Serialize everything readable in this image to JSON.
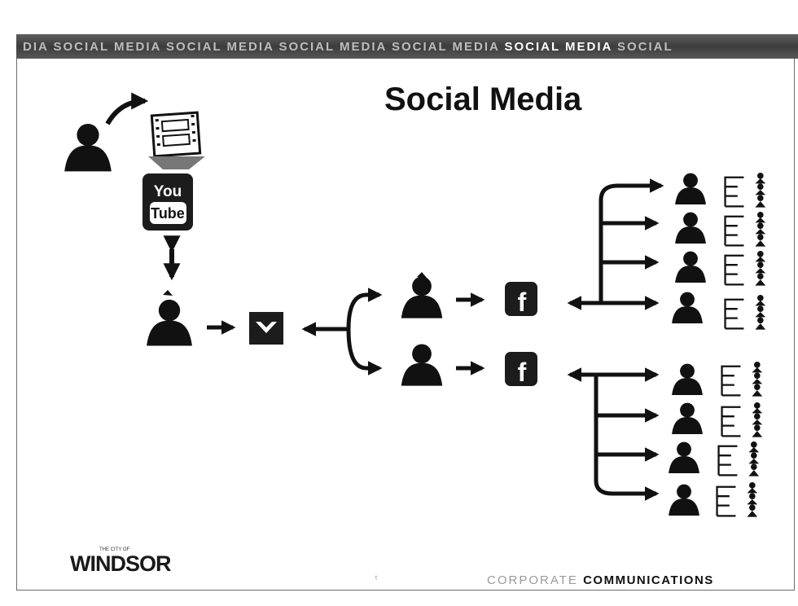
{
  "banner": {
    "text": "DIA SOCIAL MEDIA SOCIAL MEDIA SOCIAL MEDIA SOCIAL MEDIA ",
    "highlight": "SOCIAL MEDIA",
    "tail": " SOCIAL"
  },
  "slide": {
    "title": "Social Media"
  },
  "youtube": {
    "line1": "You",
    "line2": "Tube"
  },
  "facebook": {
    "glyph": "f"
  },
  "footer": {
    "logo_superscript": "THE CITY OF",
    "logo": "WINDSOR",
    "dept_light": "CORPORATE ",
    "dept_bold": "COMMUNICATIONS",
    "page_mark": "ᵗ"
  },
  "colors": {
    "ink": "#111111",
    "banner_bg": "#4a4a4a",
    "youtube_box": "#1c1c1c"
  },
  "icons": [
    "person-icon",
    "film-strip-icon",
    "youtube-logo-icon",
    "twitter-bird-icon",
    "facebook-logo-icon",
    "contacts-group-icon"
  ]
}
